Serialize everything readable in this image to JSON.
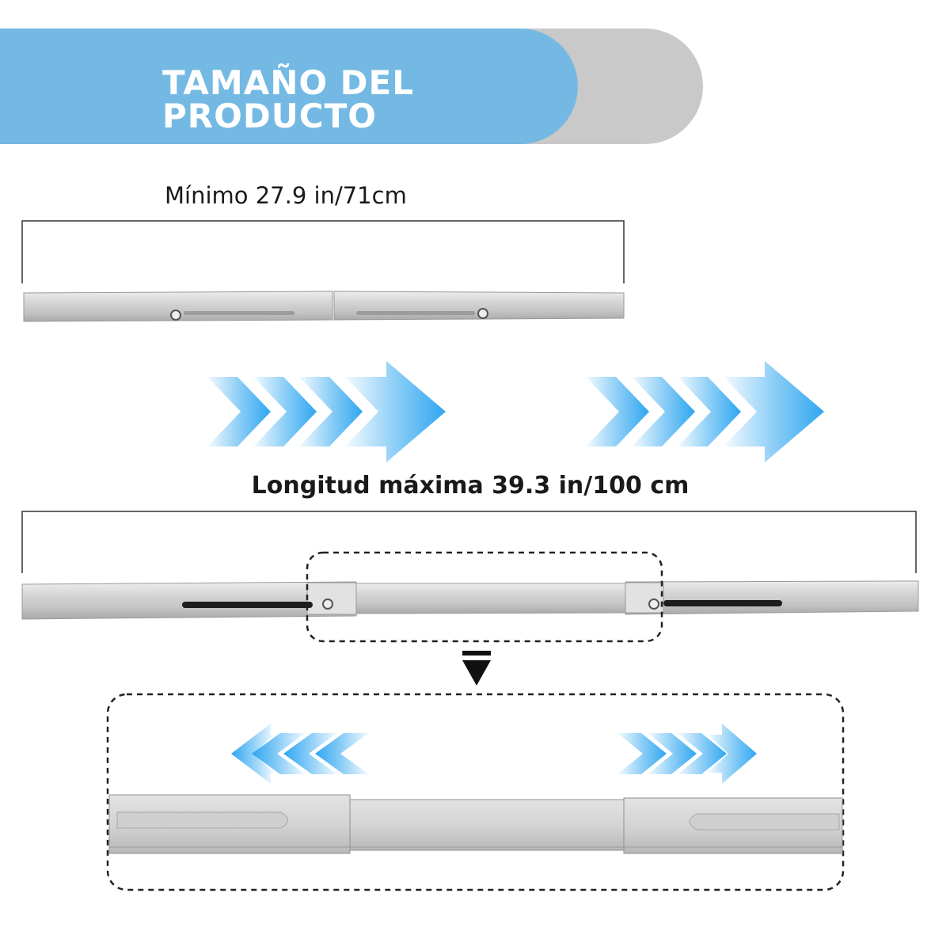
{
  "header": {
    "title_line1": "TAMAÑO DEL",
    "title_line2": "PRODUCTO"
  },
  "dimensions": {
    "min_label": "Mínimo 27.9 in/71cm",
    "max_label": "Longitud máxima 39.3 in/100 cm"
  },
  "colors": {
    "banner_blue": "#74b9e3",
    "banner_gray": "#c9c9c9",
    "arrow_blue": "#2fa6f0",
    "rod_steel": "#d4d4d4"
  },
  "icons": [
    "right-arrows-icon",
    "left-arrows-icon",
    "down-triangle-icon"
  ]
}
